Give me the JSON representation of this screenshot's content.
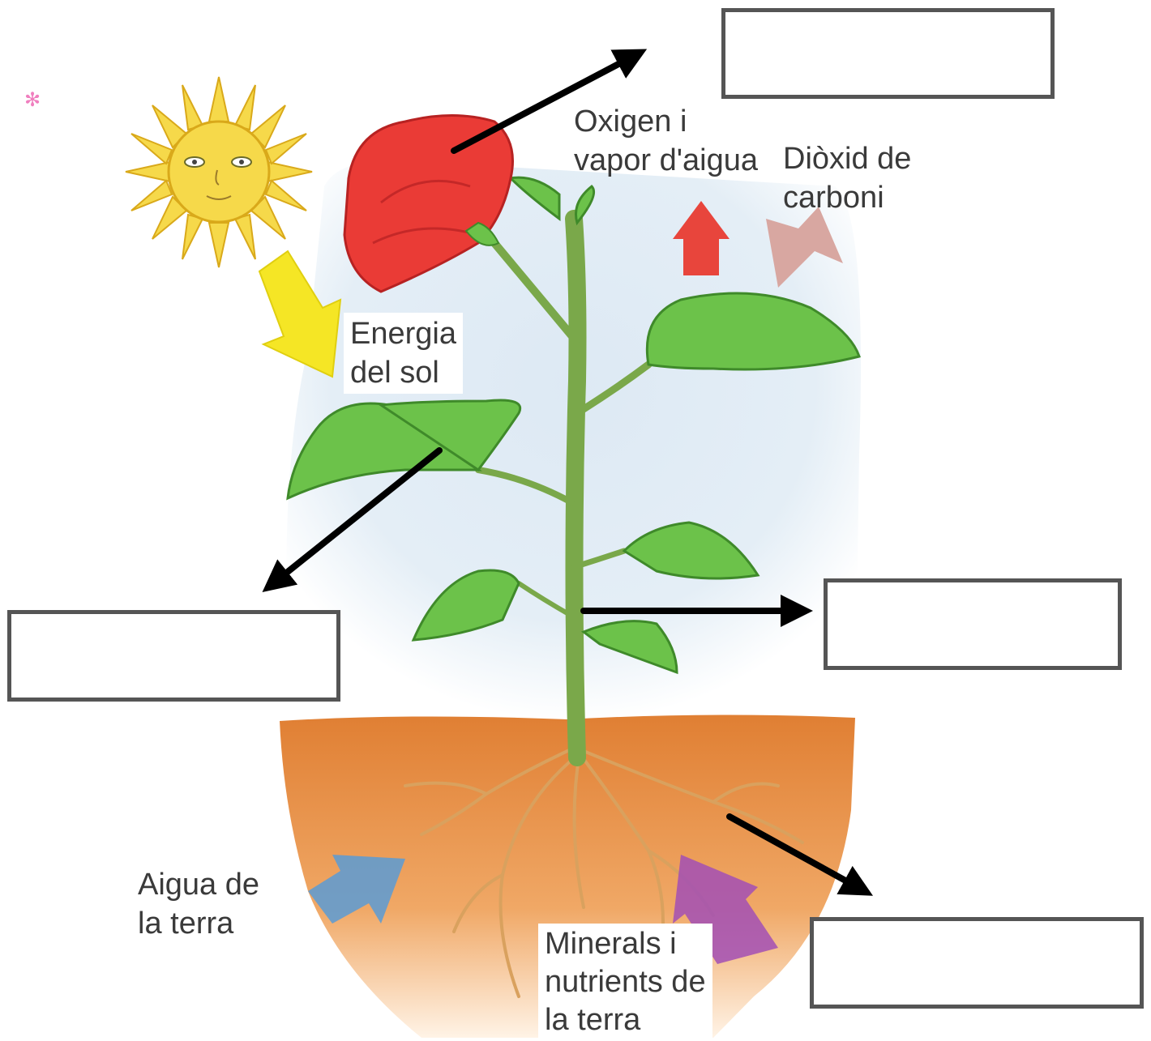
{
  "labels": {
    "oxygen": [
      "Oxigen i",
      "vapor d'aigua"
    ],
    "co2": [
      "Diòxid de",
      "carboni"
    ],
    "sun_energy": [
      "Energia",
      "del sol"
    ],
    "water": [
      "Aigua de",
      "la terra"
    ],
    "minerals": [
      "Minerals i",
      "nutrients de",
      "la terra"
    ]
  },
  "blank_answer_boxes": [
    "",
    "",
    "",
    ""
  ],
  "colors": {
    "box_border": "#555555",
    "pointer_arrow": "#000000",
    "sun": "#f6d94a",
    "sun_arrow": "#f5e625",
    "oxygen_arrow": "#e8453c",
    "co2_arrow": "#d8a7a1",
    "water_arrow": "#5b9bd5",
    "minerals_arrow": "#a24fb5",
    "soil": "#e8964a",
    "leaf": "#6cc24a",
    "flower": "#ea3b36",
    "sky": "#d6e6f2"
  }
}
